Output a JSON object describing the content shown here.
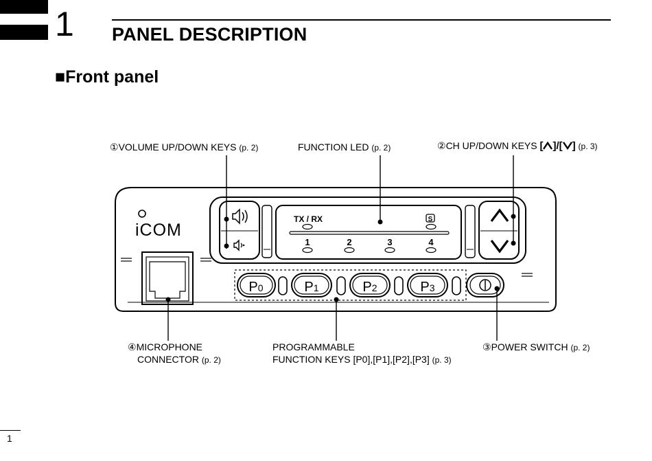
{
  "header": {
    "chapter_number": "1",
    "title": "PANEL DESCRIPTION",
    "section": "■Front panel"
  },
  "callouts": {
    "volume": {
      "marker": "①",
      "label": "VOLUME UP/DOWN KEYS",
      "ref": "(p. 2)"
    },
    "function_led": {
      "label": "FUNCTION LED",
      "ref": "(p. 2)"
    },
    "ch_updown": {
      "marker": "②",
      "label": "CH UP/DOWN KEYS",
      "bracket_open": "[",
      "slash": "]/[",
      "bracket_close": "]",
      "ref": "(p. 3)"
    },
    "microphone": {
      "marker": "④",
      "label_line1": "MICROPHONE",
      "label_line2": "CONNECTOR",
      "ref": "(p. 2)"
    },
    "programmable": {
      "label_line1": "PROGRAMMABLE",
      "label_line2": "FUNCTION KEYS [P0],[P1],[P2],[P3]",
      "ref": "(p. 3)"
    },
    "power": {
      "marker": "③",
      "label": "POWER SWITCH",
      "ref": "(p. 2)"
    }
  },
  "panel": {
    "brand": "iCOM",
    "led_txrx": "TX / RX",
    "led_s": "S",
    "led_numbers": [
      "1",
      "2",
      "3",
      "4"
    ],
    "keys": [
      {
        "main": "P",
        "sub": "0"
      },
      {
        "main": "P",
        "sub": "1"
      },
      {
        "main": "P",
        "sub": "2"
      },
      {
        "main": "P",
        "sub": "3"
      }
    ]
  },
  "footer": {
    "page_number": "1"
  }
}
